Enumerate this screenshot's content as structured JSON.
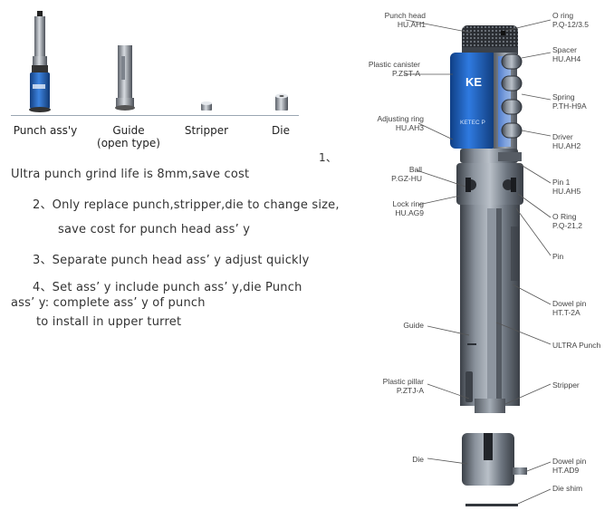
{
  "products": [
    {
      "label": "Punch ass'y"
    },
    {
      "label": "Guide",
      "sublabel": "(open type)"
    },
    {
      "label": "Stripper"
    },
    {
      "label": "Die"
    }
  ],
  "notes": {
    "n1_marker": "1、",
    "n1_text": "Ultra punch grind life is 8mm,save cost",
    "n2_line1": "2、Only replace punch,stripper,die to change size,",
    "n2_line2": "save cost for punch head ass’ y",
    "n3": "3、Separate punch head ass’ y adjust quickly",
    "n4_line1": "4、Set ass’ y include punch ass’ y,die Punch",
    "n4_line2": "ass’ y: complete ass’ y of punch",
    "n4_line3": "to install in upper turret"
  },
  "brand": {
    "logo": "KE",
    "text": "KETEC P"
  },
  "left_callouts": [
    {
      "name": "Punch head",
      "code": "HU.AH1"
    },
    {
      "name": "Plastic canister",
      "code": "P.ZST-A"
    },
    {
      "name": "Adjusting ring",
      "code": "HU.AH3"
    },
    {
      "name": "Ball",
      "code": "P.GZ-HU"
    },
    {
      "name": "Lock ring",
      "code": "HU.AG9"
    },
    {
      "name": "Guide",
      "code": ""
    },
    {
      "name": "Plastic pillar",
      "code": "P.ZTJ-A"
    },
    {
      "name": "Die",
      "code": ""
    }
  ],
  "right_callouts": [
    {
      "name": "O ring",
      "code": "P.Q-12/3.5"
    },
    {
      "name": "Spacer",
      "code": "HU.AH4"
    },
    {
      "name": "Spring",
      "code": "P.TH-H9A"
    },
    {
      "name": "Driver",
      "code": "HU.AH2"
    },
    {
      "name": "Pin 1",
      "code": "HU.AH5"
    },
    {
      "name": "O Ring",
      "code": "P.Q-21,2"
    },
    {
      "name": "Pin",
      "code": ""
    },
    {
      "name": "Dowel pin",
      "code": "HT.T-2A"
    },
    {
      "name": "ULTRA Punch",
      "code": ""
    },
    {
      "name": "Stripper",
      "code": ""
    },
    {
      "name": "Dowel pin",
      "code": "HT.AD9"
    },
    {
      "name": "Die shim",
      "code": ""
    }
  ],
  "colors": {
    "steel_dark": "#4a4f57",
    "steel_mid": "#7c848e",
    "steel_light": "#c9ced4",
    "canister_blue": "#1f63b8",
    "spring_blue": "#5f8fe0"
  }
}
